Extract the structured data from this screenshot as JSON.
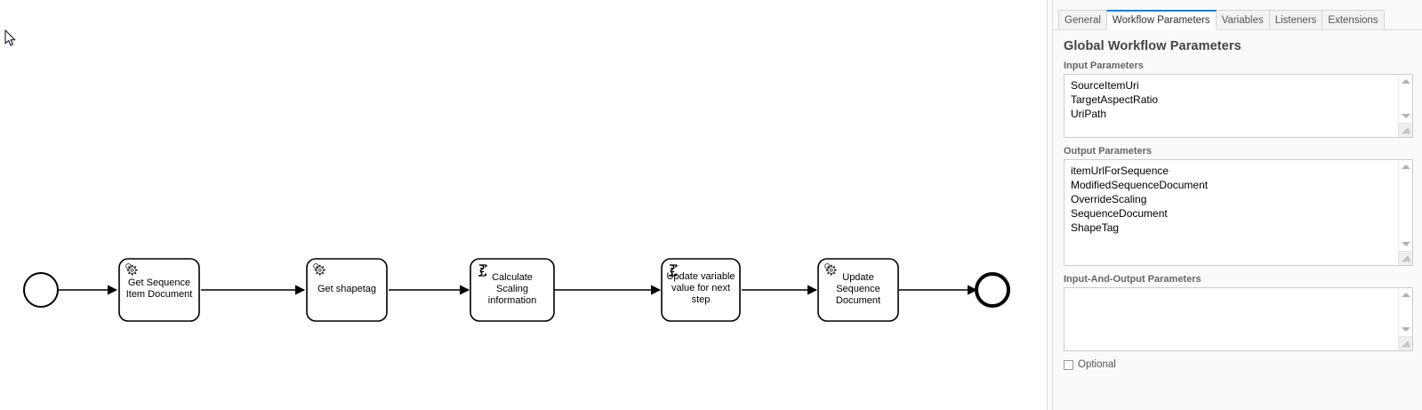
{
  "panel": {
    "tabs": [
      {
        "label": "General",
        "active": false
      },
      {
        "label": "Workflow Parameters",
        "active": true
      },
      {
        "label": "Variables",
        "active": false
      },
      {
        "label": "Listeners",
        "active": false
      },
      {
        "label": "Extensions",
        "active": false
      }
    ],
    "section_title": "Global Workflow Parameters",
    "input_parameters": {
      "label": "Input Parameters",
      "values": [
        "SourceItemUri",
        "TargetAspectRatio",
        "UriPath"
      ]
    },
    "output_parameters": {
      "label": "Output Parameters",
      "values": [
        "itemUrlForSequence",
        "ModifiedSequenceDocument",
        "OverrideScaling",
        "SequenceDocument",
        "ShapeTag"
      ]
    },
    "input_and_output_parameters": {
      "label": "Input-And-Output Parameters",
      "values": []
    },
    "optional": {
      "label": "Optional",
      "checked": false
    },
    "accent_color": "#1a7fd4",
    "background_color": "#fafafa"
  },
  "diagram": {
    "type": "bpmn-process",
    "start_event": {
      "name": "start-event"
    },
    "end_event": {
      "name": "end-event"
    },
    "tasks": [
      {
        "label": "Get Sequence\nItem Document",
        "icon": "service-task-gear-icon"
      },
      {
        "label": "Get shapetag",
        "icon": "service-task-gear-icon"
      },
      {
        "label": "Calculate\nScaling\ninformation",
        "icon": "script-task-scroll-icon"
      },
      {
        "label": "Update variable\nvalue for next\nstep",
        "icon": "script-task-scroll-icon"
      },
      {
        "label": "Update\nSequence\nDocument",
        "icon": "service-task-gear-icon"
      }
    ]
  }
}
